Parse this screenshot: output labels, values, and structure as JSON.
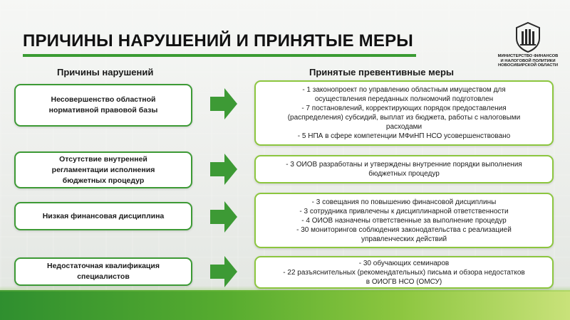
{
  "title": "ПРИЧИНЫ НАРУШЕНИЙ И ПРИНЯТЫЕ МЕРЫ",
  "logo": {
    "icon": "ministry-emblem-icon",
    "lines": [
      "МИНИСТЕРСТВО ФИНАНСОВ",
      "И НАЛОГОВОЙ ПОЛИТИКИ",
      "НОВОСИБИРСКОЙ ОБЛАСТИ"
    ]
  },
  "columns": {
    "left_heading": "Причины нарушений",
    "right_heading": "Принятые превентивные меры"
  },
  "rows": [
    {
      "reason": "Несовершенство областной нормативной правовой базы",
      "measures": [
        "- 1 законопроект по управлению областным имуществом для",
        "осуществления переданных полномочий подготовлен",
        "- 7 постановлений, корректирующих порядок предоставления",
        "(распределения) субсидий, выплат из бюджета, работы с налоговыми",
        "расходами",
        "- 5 НПА в сфере компетенции МФиНП НСО усовершенствовано"
      ]
    },
    {
      "reason": "Отсутствие внутренней регламентации исполнения бюджетных процедур",
      "measures": [
        "- 3 ОИОВ разработаны и утверждены внутренние порядки выполнения",
        "бюджетных процедур"
      ]
    },
    {
      "reason": "Низкая финансовая дисциплина",
      "measures": [
        "- 3 совещания по повышению финансовой дисциплины",
        "- 3 сотрудника привлечены к дисциплинарной ответственности",
        "- 4 ОИОВ назначены ответственные за выполнение процедур",
        "- 30 мониторингов соблюдения законодательства с реализацией",
        "управленческих действий"
      ]
    },
    {
      "reason": "Недостаточная квалификация специалистов",
      "measures": [
        "- 30 обучающих семинаров",
        "- 22 разъяснительных (рекомендательных) письма и обзора недостатков",
        "в ОИОГВ НСО (ОМСУ)"
      ]
    }
  ],
  "colors": {
    "accent_green": "#3a9b33",
    "light_green": "#8cc63f",
    "arrow_green": "#3d9a35"
  }
}
